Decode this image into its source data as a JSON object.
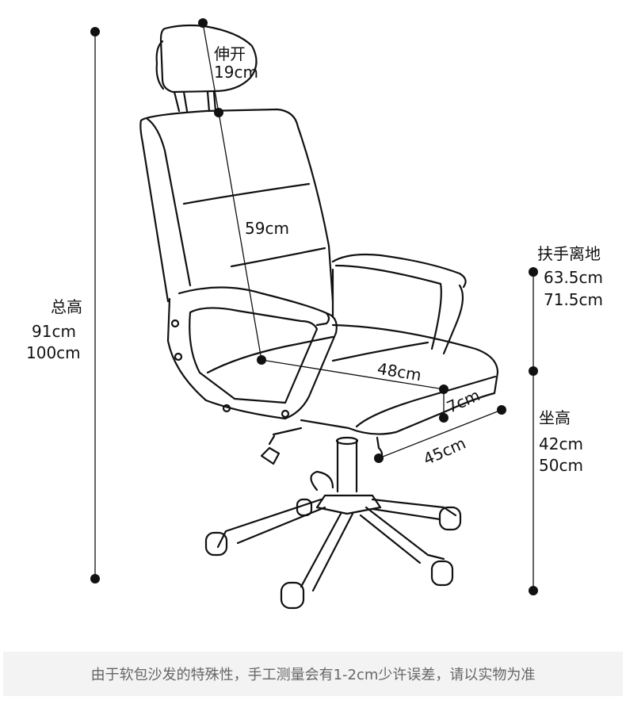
{
  "dimensions": {
    "total_height": {
      "label": "总高",
      "min": "91cm",
      "max": "100cm"
    },
    "headrest_extension": {
      "label": "伸开",
      "value": "19cm"
    },
    "backrest_height": {
      "value": "59cm"
    },
    "armrest_height": {
      "label": "扶手离地",
      "min": "63.5cm",
      "max": "71.5cm"
    },
    "seat_height": {
      "label": "坐高",
      "min": "42cm",
      "max": "50cm"
    },
    "seat_depth": {
      "value": "48cm"
    },
    "seat_thickness": {
      "value": "7cm"
    },
    "seat_width": {
      "value": "45cm"
    }
  },
  "note": "由于软包沙发的特殊性，手工测量会有1-2cm少许误差，请以实物为准",
  "colors": {
    "line": "#111111",
    "banner_bg": "#f3f3f3",
    "banner_text": "#666666"
  }
}
